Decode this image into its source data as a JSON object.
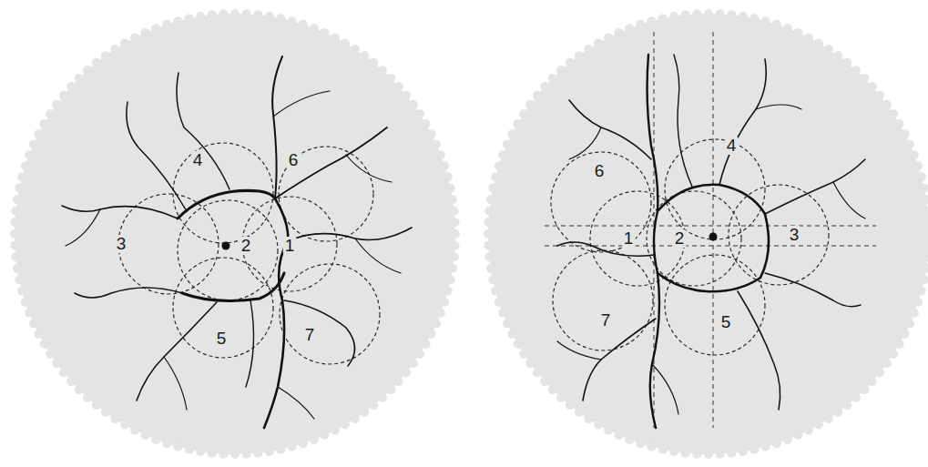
{
  "diagram": {
    "labels": [
      "4",
      "6",
      "3",
      "2",
      "1",
      "5",
      "7",
      "6",
      "4",
      "1",
      "2",
      "3",
      "7",
      "5"
    ]
  }
}
